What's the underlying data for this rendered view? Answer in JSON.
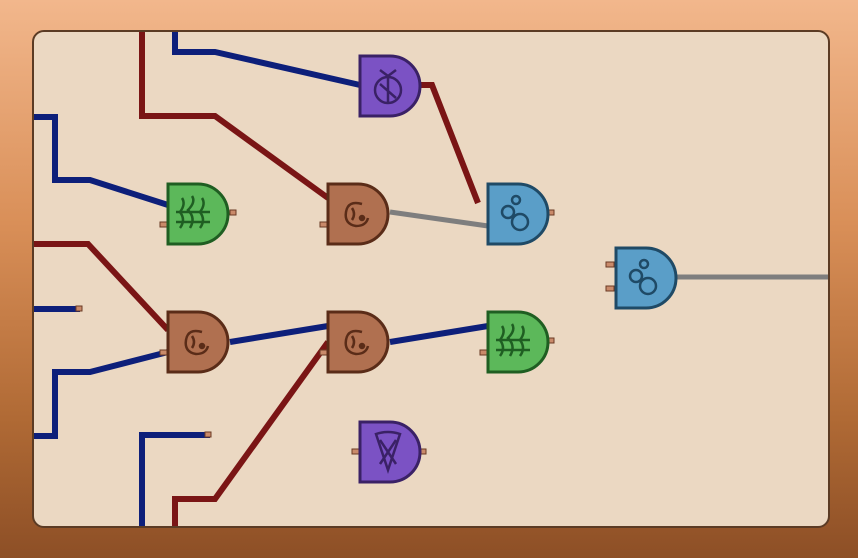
{
  "board": {
    "name": "circuit-board"
  },
  "colors": {
    "background_top": "#f2b78c",
    "background_bottom": "#8d4f26",
    "board_fill": "#ebd8c2",
    "board_border": "#5b3b24",
    "wire_blue": "#0d1f7a",
    "wire_red": "#7a1515",
    "wire_gray": "#7e7e7e",
    "gate_purple": "#7b52c4",
    "gate_green": "#5cb85a",
    "gate_brown": "#b07050",
    "gate_blue": "#5a9ec8"
  },
  "gates": [
    {
      "id": "pouch-gate-top",
      "kind": "pouch",
      "icon": "pouch-icon",
      "color": "purple"
    },
    {
      "id": "seaweed-gate-left",
      "kind": "seaweed",
      "icon": "seaweed-icon",
      "color": "green"
    },
    {
      "id": "shrimp-gate-upper",
      "kind": "shrimp",
      "icon": "shrimp-icon",
      "color": "brown"
    },
    {
      "id": "bubble-gate-upper",
      "kind": "bubbles",
      "icon": "bubbles-icon",
      "color": "blue"
    },
    {
      "id": "bubble-gate-output",
      "kind": "bubbles",
      "icon": "bubbles-icon",
      "color": "blue"
    },
    {
      "id": "shrimp-gate-lower-left",
      "kind": "shrimp",
      "icon": "shrimp-icon",
      "color": "brown"
    },
    {
      "id": "shrimp-gate-lower-mid",
      "kind": "shrimp",
      "icon": "shrimp-icon",
      "color": "brown"
    },
    {
      "id": "seaweed-gate-right",
      "kind": "seaweed",
      "icon": "seaweed-icon",
      "color": "green"
    },
    {
      "id": "fan-gate-bottom",
      "kind": "fan",
      "icon": "fan-icon",
      "color": "purple"
    }
  ]
}
